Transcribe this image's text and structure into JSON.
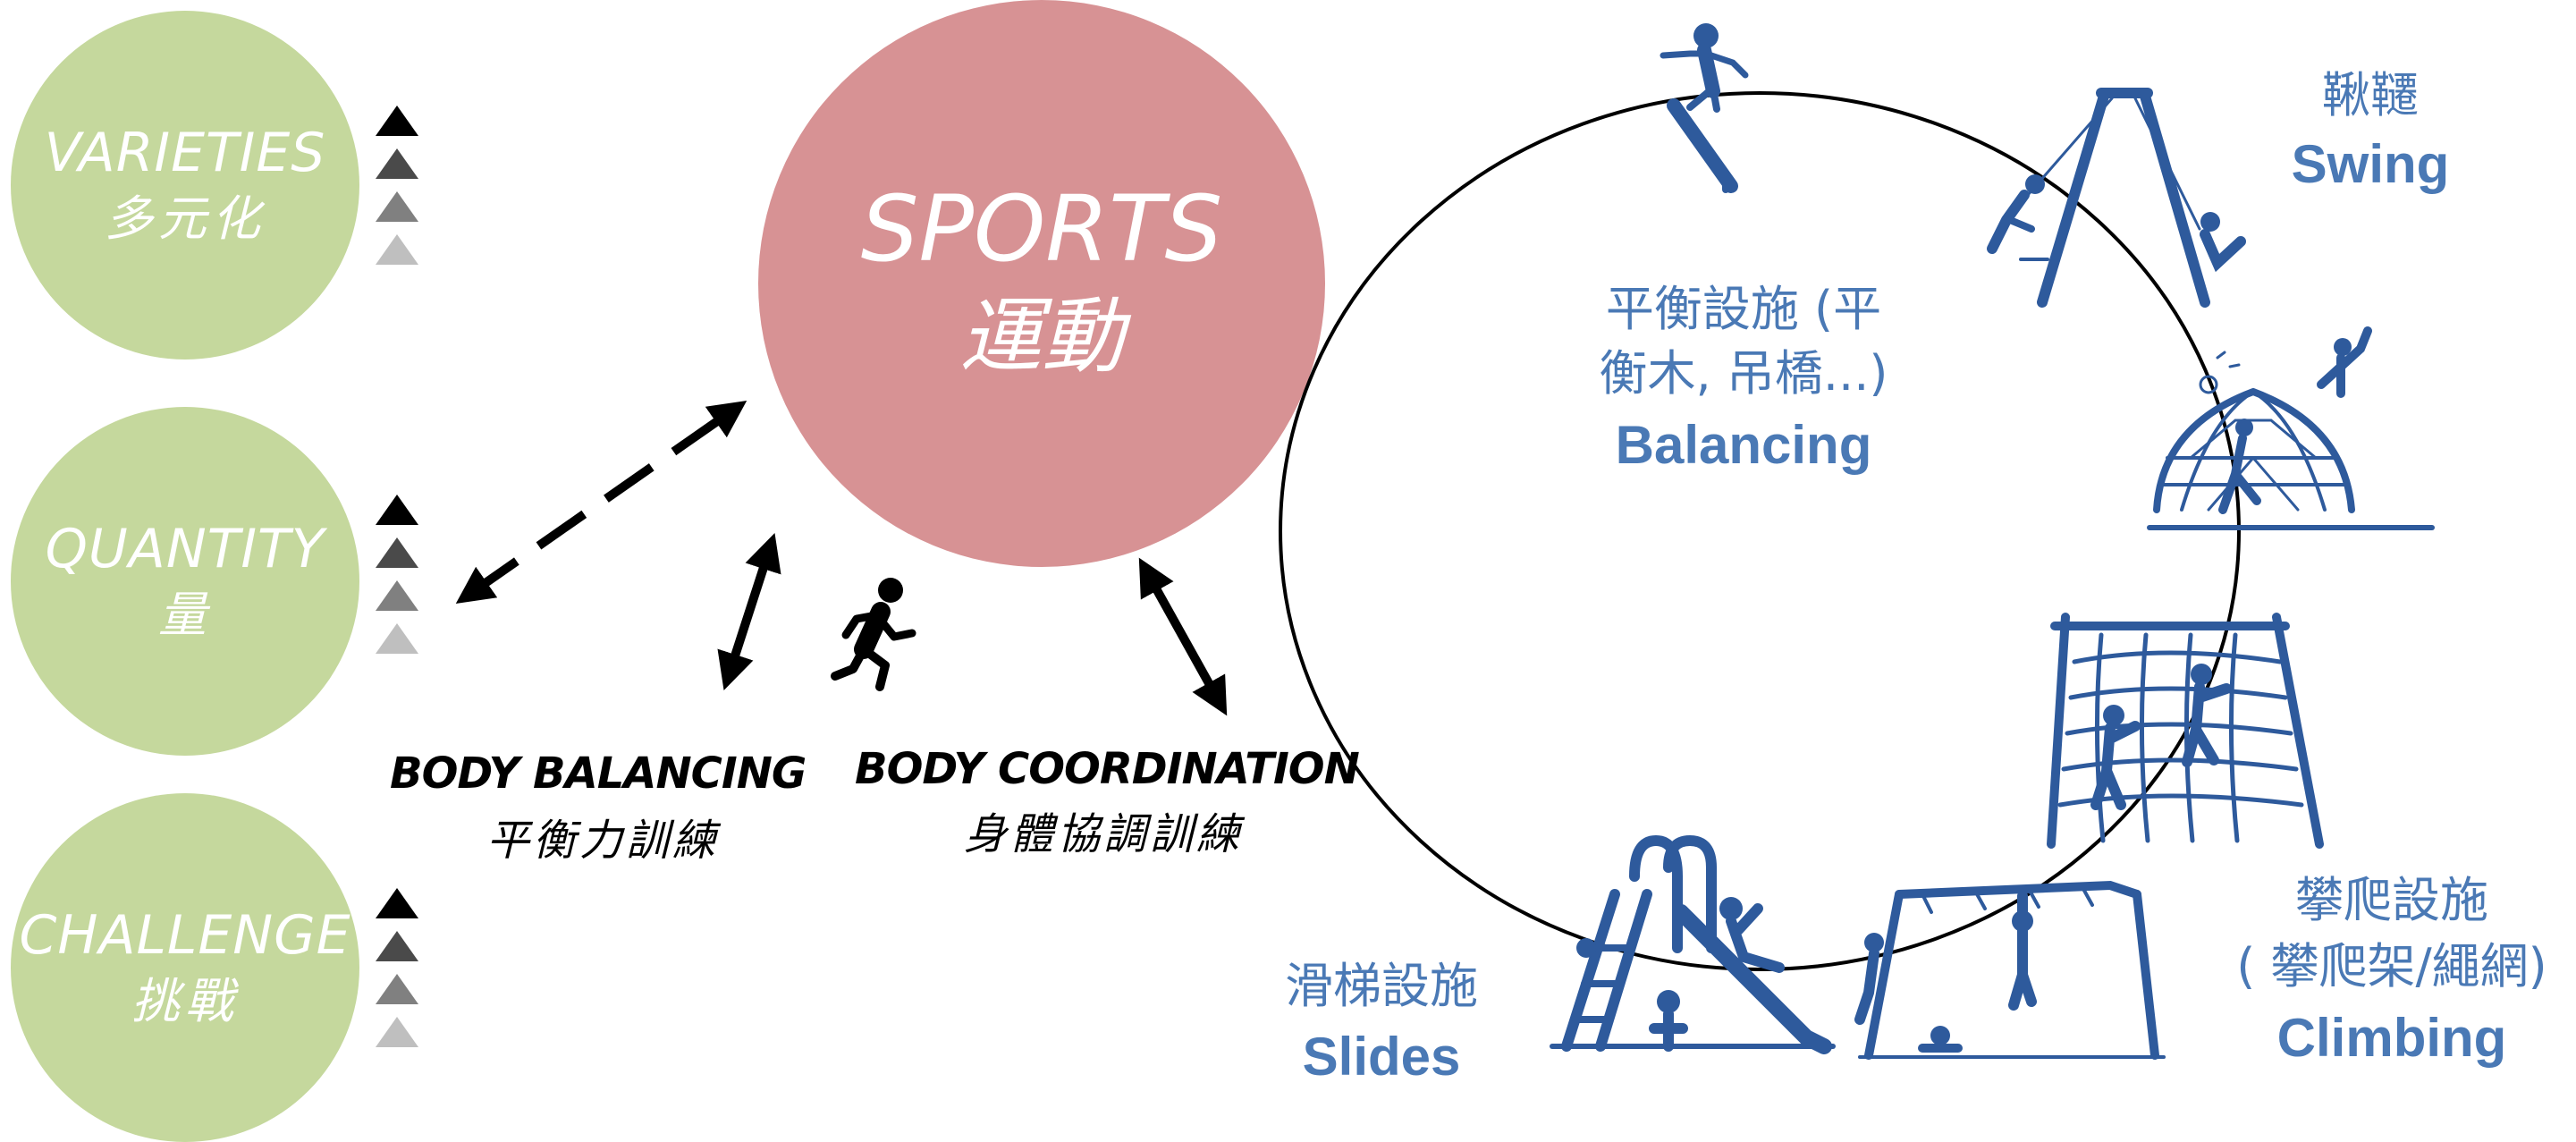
{
  "factors": [
    {
      "en": "VARIETIES",
      "zh": "多元化"
    },
    {
      "en": "QUANTITY",
      "zh": "量"
    },
    {
      "en": "CHALLENGE",
      "zh": "挑戰"
    }
  ],
  "sports": {
    "en": "SPORTS",
    "zh": "運動"
  },
  "trainings": [
    {
      "en": "BODY BALANCING",
      "zh": "平衡力訓練"
    },
    {
      "en": "BODY COORDINATION",
      "zh": "身體協調訓練"
    }
  ],
  "equipment": {
    "balancing": {
      "zh_line1": "平衡設施 (平",
      "zh_line2": "衡木, 吊橋...)",
      "en": "Balancing"
    },
    "swing": {
      "zh": "鞦韆",
      "en": "Swing"
    },
    "climbing": {
      "zh_line1": "攀爬設施",
      "zh_line2": "( 攀爬架/繩網)",
      "en": "Climbing"
    },
    "slides": {
      "zh": "滑梯設施",
      "en": "Slides"
    }
  },
  "colors": {
    "factor_circle": "#c5d89d",
    "sports_circle": "#d79294",
    "equipment_blue": "#2e5a9c",
    "equipment_label": "#4a79b5",
    "triangle_shades": [
      "#000000",
      "#4a4a4a",
      "#808080",
      "#bfbfbf"
    ]
  },
  "icons": [
    "runner-icon",
    "balance-beam-icon",
    "swing-icon",
    "dome-climber-icon",
    "climbing-net-icon",
    "slide-icon",
    "monkey-bars-icon"
  ]
}
